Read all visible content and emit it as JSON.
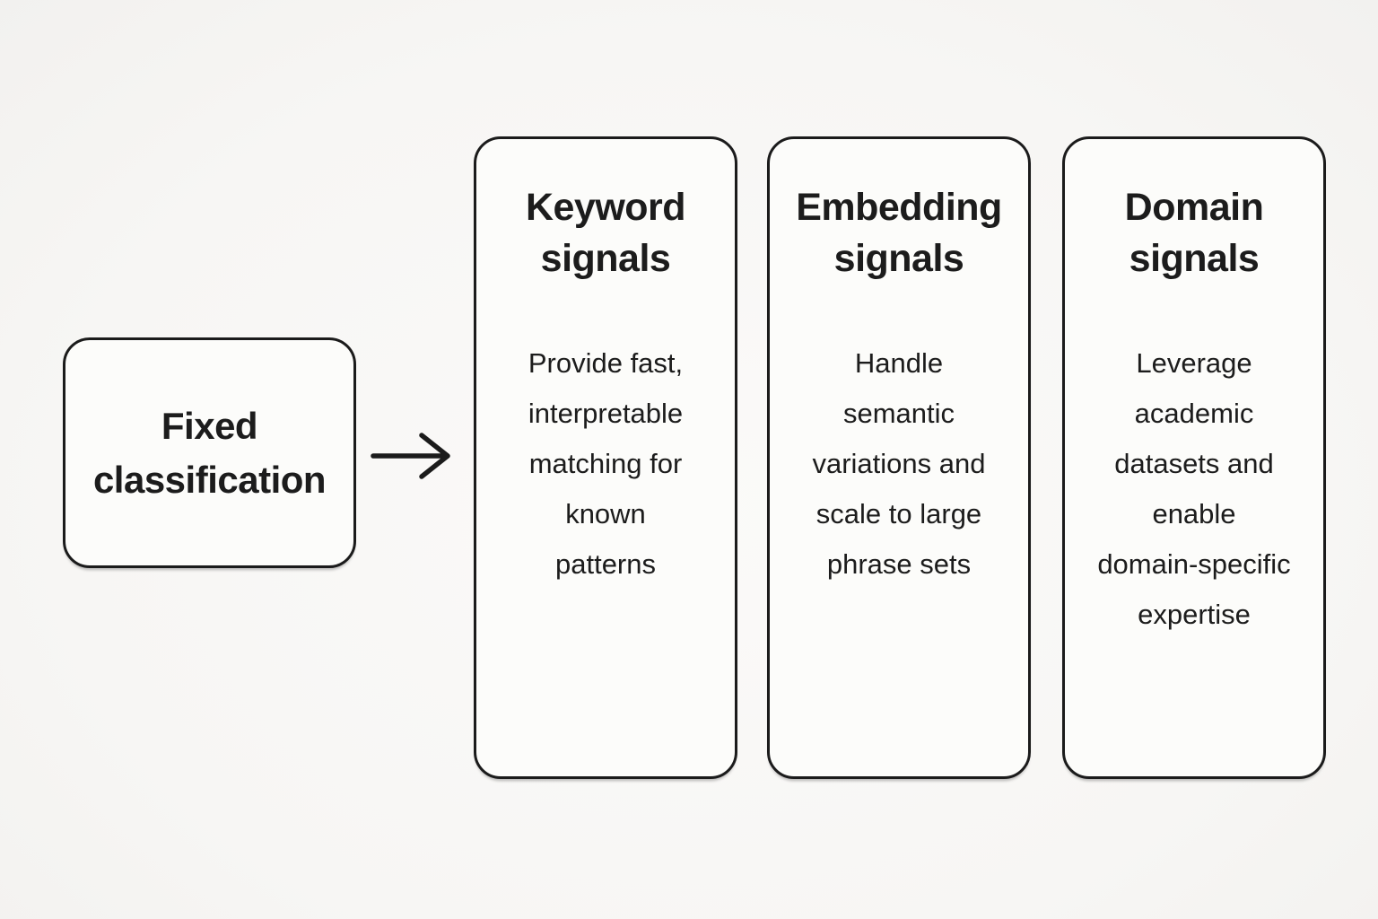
{
  "diagram": {
    "source": {
      "label": "Fixed\nclassification"
    },
    "connector": {
      "type": "arrow-right"
    },
    "columns": [
      {
        "title": "Keyword\nsignals",
        "body": "Provide fast,\ninterpretable\nmatching for\nknown\npatterns"
      },
      {
        "title": "Embedding\nsignals",
        "body": "Handle\nsemantic\nvariations and\nscale to large\nphrase sets"
      },
      {
        "title": "Domain\nsignals",
        "body": "Leverage\nacademic\ndatasets and\nenable\ndomain-specific\nexpertise"
      }
    ],
    "colors": {
      "ink": "#1b1b1b",
      "box_fill": "#fcfcfa",
      "background": "#f7f6f4"
    }
  }
}
